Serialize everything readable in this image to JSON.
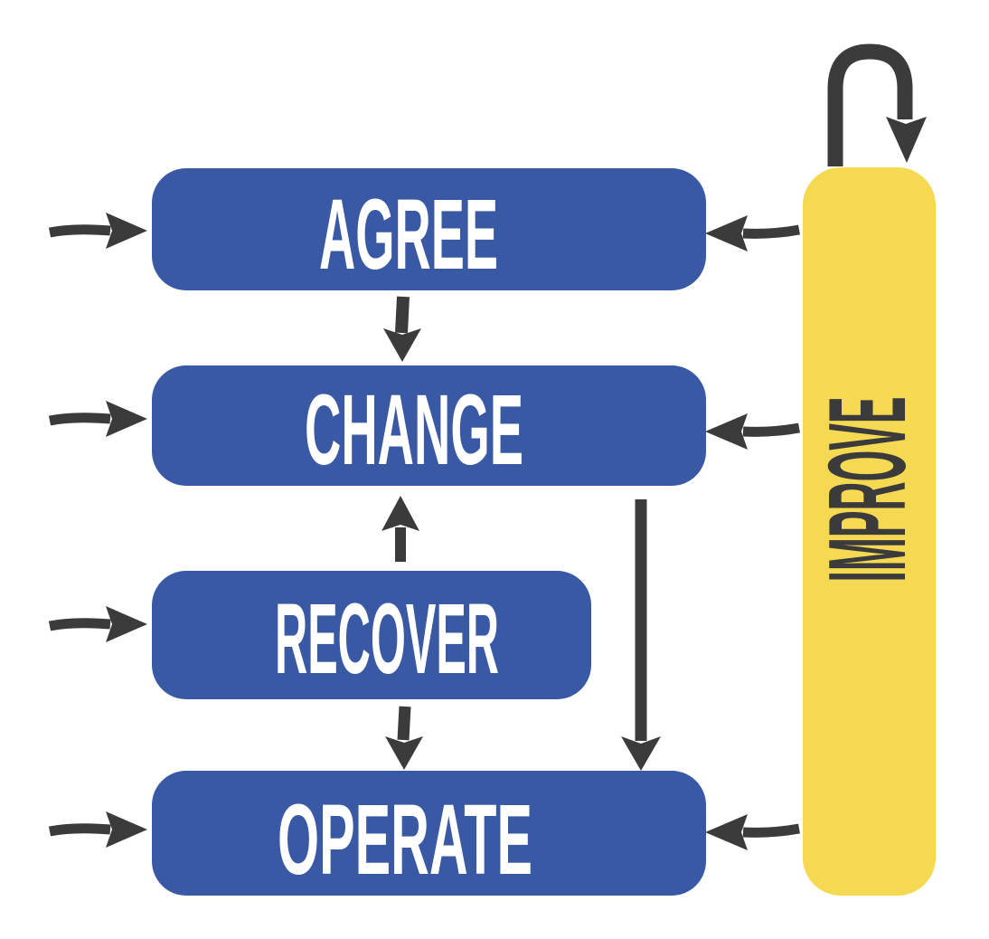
{
  "diagram": {
    "type": "flow-diagram",
    "nodes": {
      "agree": {
        "label": "AGREE"
      },
      "change": {
        "label": "CHANGE"
      },
      "recover": {
        "label": "RECOVER"
      },
      "operate": {
        "label": "OPERATE"
      },
      "improve": {
        "label": "IMPROVE"
      }
    },
    "edges": [
      {
        "from": "external",
        "to": "agree",
        "style": "short-arrow-right"
      },
      {
        "from": "external",
        "to": "change",
        "style": "short-arrow-right"
      },
      {
        "from": "external",
        "to": "recover",
        "style": "short-arrow-right"
      },
      {
        "from": "external",
        "to": "operate",
        "style": "short-arrow-right"
      },
      {
        "from": "agree",
        "to": "change",
        "style": "arrow-down"
      },
      {
        "from": "recover",
        "to": "change",
        "style": "arrow-up"
      },
      {
        "from": "recover",
        "to": "operate",
        "style": "arrow-down"
      },
      {
        "from": "change",
        "to": "operate",
        "style": "long-arrow-down"
      },
      {
        "from": "improve",
        "to": "agree",
        "style": "arrow-left"
      },
      {
        "from": "improve",
        "to": "change",
        "style": "arrow-left"
      },
      {
        "from": "improve",
        "to": "operate",
        "style": "arrow-left"
      },
      {
        "from": "improve",
        "to": "improve",
        "style": "self-loop"
      }
    ],
    "colors": {
      "box_blue": "#3A59A4",
      "bar_yellow": "#F5D952",
      "arrow_dark": "#3B3B3B",
      "step_text": "#FFFFFF",
      "improve_text": "#3B3B3B",
      "background": "#FFFFFF"
    }
  }
}
